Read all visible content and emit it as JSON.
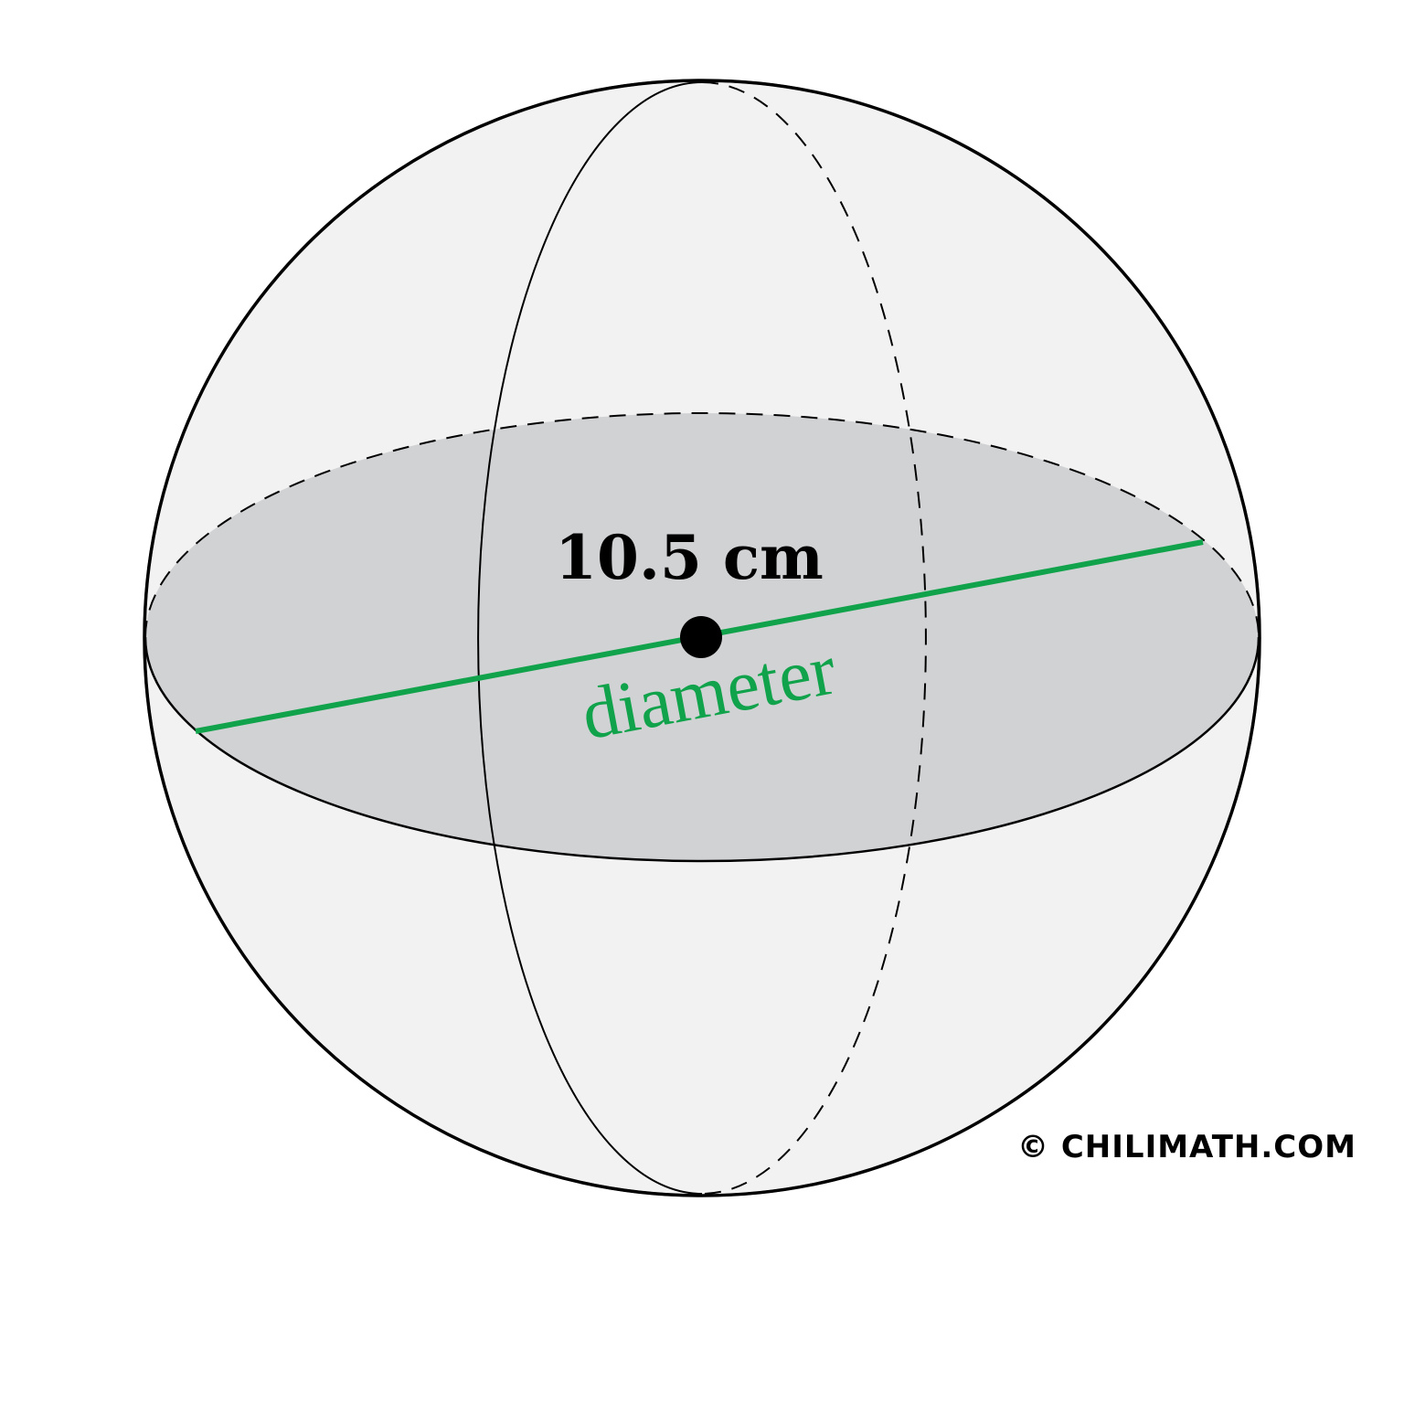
{
  "diagram": {
    "measurement_label": "10.5 cm",
    "line_label": "diameter",
    "copyright": "© CHILIMATH.COM"
  },
  "colors": {
    "sphere_fill": "#f2f2f2",
    "cross_section_fill": "#d1d2d4",
    "outline": "#000000",
    "diameter_line": "#10a34b",
    "center_point": "#000000",
    "background": "#ffffff"
  }
}
